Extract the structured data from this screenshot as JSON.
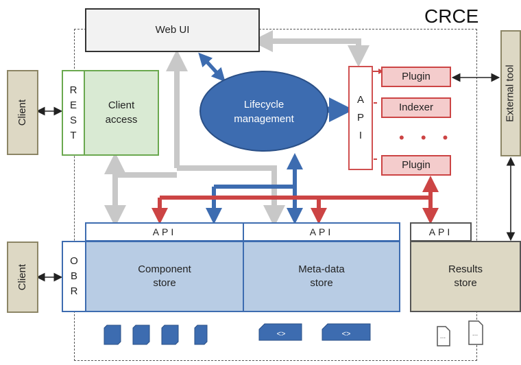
{
  "title": "CRCE",
  "web_ui": "Web UI",
  "client_access": {
    "rest_letters": [
      "R",
      "E",
      "S",
      "T"
    ],
    "label": [
      "Client",
      "access"
    ]
  },
  "client_top": "Client",
  "client_bottom": "Client",
  "lifecycle": [
    "Lifecycle",
    "management"
  ],
  "api_vertical": [
    "A",
    "P",
    "I"
  ],
  "plugins": [
    "Plugin",
    "Indexer",
    "Plugin"
  ],
  "ellipsis": "• • •",
  "external_tool": "External tool",
  "obr_letters": [
    "O",
    "B",
    "R"
  ],
  "component_api": "API",
  "metadata_api": "API",
  "results_api": "API",
  "component_store": [
    "Component",
    "store"
  ],
  "metadata_store": [
    "Meta-data",
    "store"
  ],
  "results_store": [
    "Results",
    "store"
  ],
  "code_glyph": "<>",
  "doc_glyph": "..."
}
